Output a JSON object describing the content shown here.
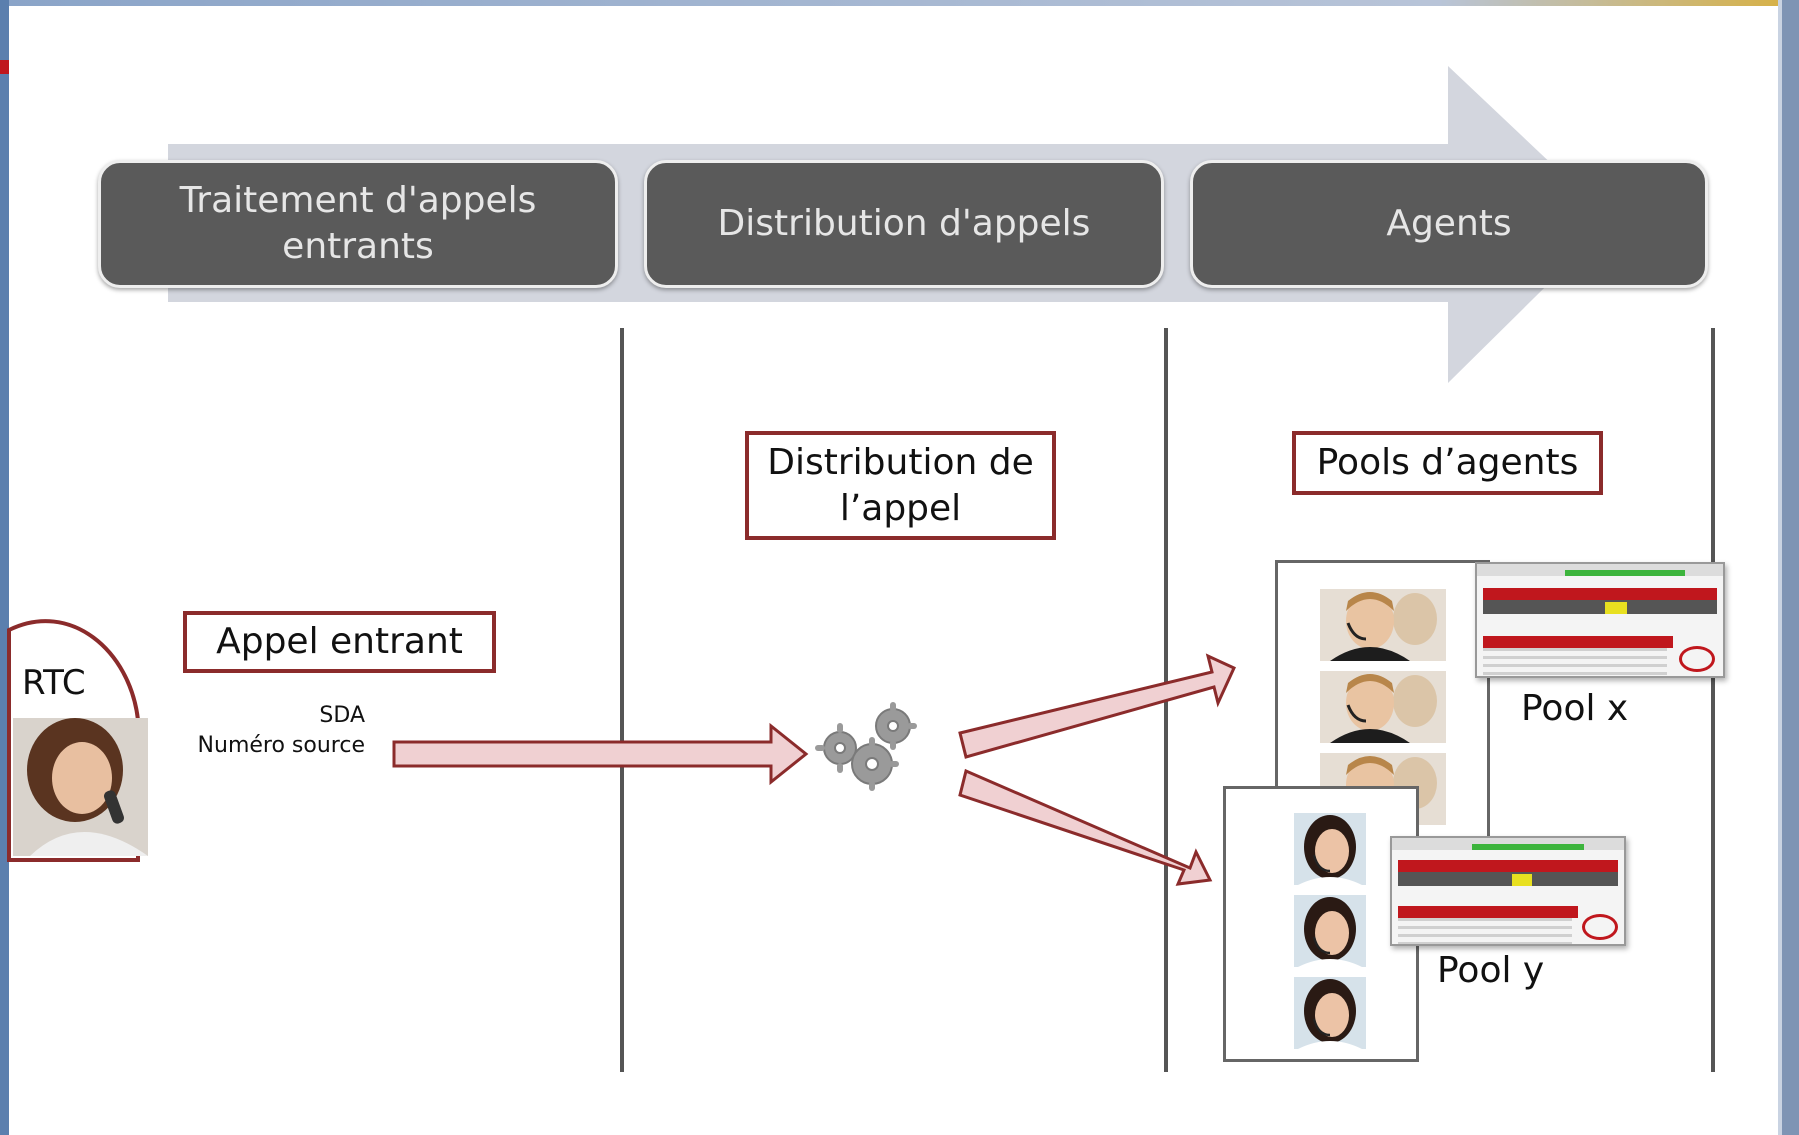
{
  "phases": [
    {
      "label": "Traitement d'appels entrants"
    },
    {
      "label": "Distribution d'appels"
    },
    {
      "label": "Agents"
    }
  ],
  "labels": {
    "appel_entrant": "Appel entrant",
    "distribution": "Distribution de l’appel",
    "pools": "Pools d’agents"
  },
  "source": {
    "network": "RTC",
    "sda": "SDA",
    "numero": "Numéro source"
  },
  "pools": [
    {
      "name": "Pool x"
    },
    {
      "name": "Pool y"
    }
  ],
  "colors": {
    "phase_fill": "#5a5a5a",
    "arrow_band": "#d3d6de",
    "label_border": "#8b2b2b",
    "flow_arrow_fill": "#f0d0d2",
    "flow_arrow_stroke": "#8b2b2b",
    "frame_border": "#5b7fae"
  },
  "icons": {
    "engine": "gears-icon",
    "caller": "woman-on-phone-icon",
    "agent_x": "male-agent-headset-icon",
    "agent_y": "female-agent-headset-icon",
    "dashboard": "dashboard-screenshot"
  }
}
